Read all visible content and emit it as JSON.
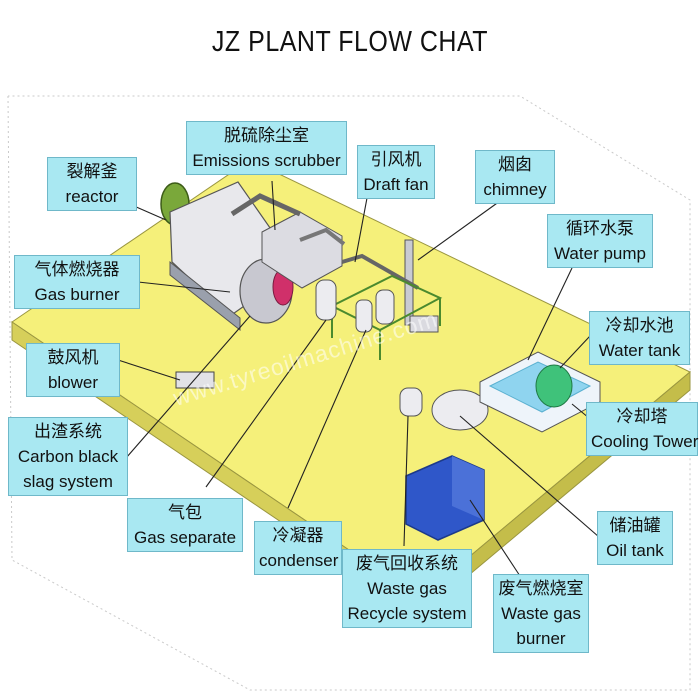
{
  "title": "JZ PLANT FLOW CHAT",
  "watermark": "www.tyreoilmachine.com",
  "labels": {
    "reactor": {
      "zh": "裂解釜",
      "en": "reactor"
    },
    "emissions_scrubber": {
      "zh": "脱硫除尘室",
      "en": "Emissions scrubber"
    },
    "draft_fan": {
      "zh": "引风机",
      "en": "Draft fan"
    },
    "chimney": {
      "zh": "烟囱",
      "en": "chimney"
    },
    "water_pump": {
      "zh": "循环水泵",
      "en": "Water pump"
    },
    "gas_burner": {
      "zh": "气体燃烧器",
      "en": "Gas burner"
    },
    "water_tank": {
      "zh": "冷却水池",
      "en": "Water tank"
    },
    "blower": {
      "zh": "鼓风机",
      "en": "blower"
    },
    "cooling_tower": {
      "zh": "冷却塔",
      "en": "Cooling Tower"
    },
    "carbon_black": {
      "zh": "出渣系统",
      "en1": "Carbon black",
      "en2": "slag system"
    },
    "oil_tank": {
      "zh": "储油罐",
      "en": "Oil tank"
    },
    "gas_separate": {
      "zh": "气包",
      "en": "Gas separate"
    },
    "condenser": {
      "zh": "冷凝器",
      "en": "condenser"
    },
    "waste_gas_recycle": {
      "zh": "废气回收系统",
      "en1": "Waste gas",
      "en2": "Recycle system"
    },
    "waste_gas_burner": {
      "zh": "废气燃烧室",
      "en1": "Waste gas",
      "en2": "burner"
    }
  },
  "colors": {
    "platform": "#f5f07a",
    "label_bg": "#a9e8f2",
    "reactor_body": "#e8e8ec",
    "door_accent": "#d0306a",
    "door_green": "#7aa83a",
    "box_blue": "#2f57c9"
  }
}
